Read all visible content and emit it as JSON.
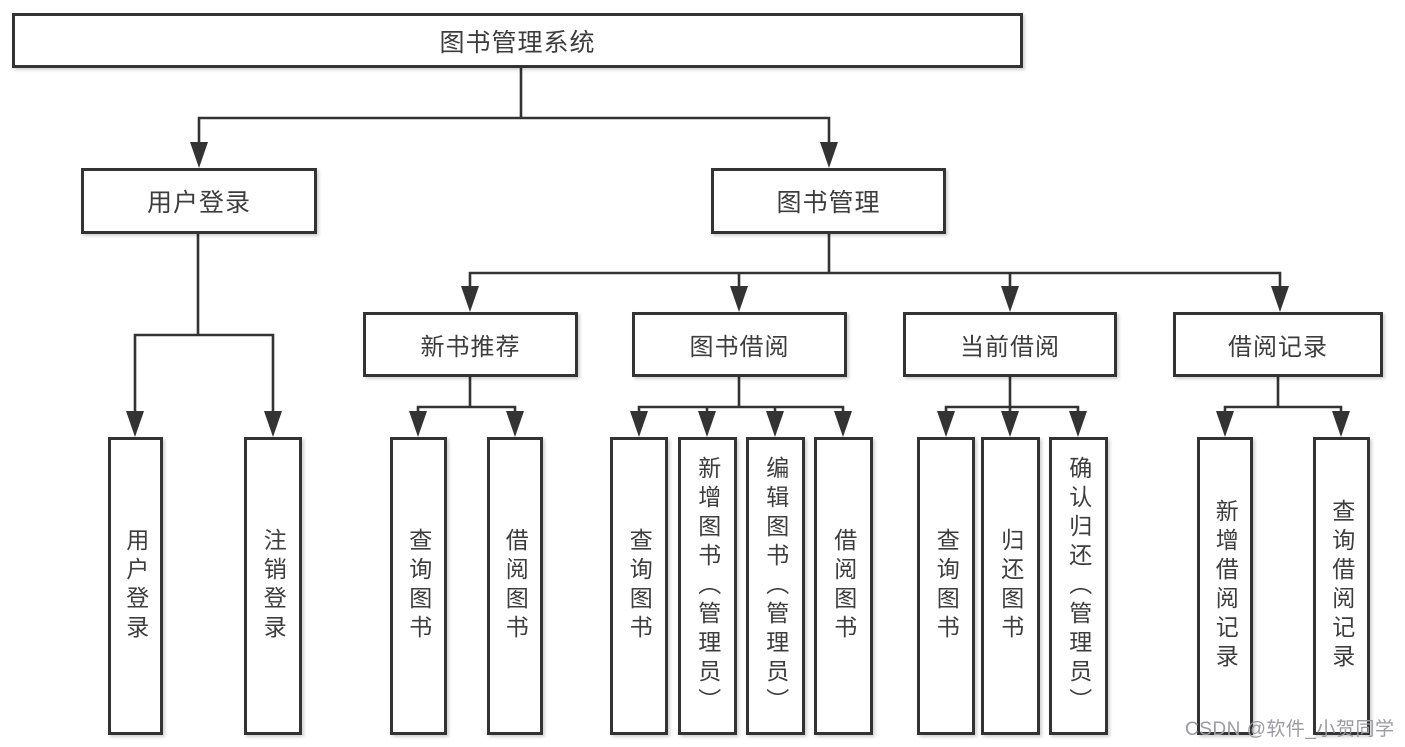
{
  "diagram": {
    "root": {
      "label": "图书管理系统"
    },
    "level2": [
      {
        "label": "用户登录",
        "children": [
          {
            "label": "用户登录"
          },
          {
            "label": "注销登录"
          }
        ]
      },
      {
        "label": "图书管理",
        "children": [
          {
            "label": "新书推荐",
            "children": [
              {
                "label": "查询图书"
              },
              {
                "label": "借阅图书"
              }
            ]
          },
          {
            "label": "图书借阅",
            "children": [
              {
                "label": "查询图书"
              },
              {
                "label": "新增图书（管理员）"
              },
              {
                "label": "编辑图书（管理员）"
              },
              {
                "label": "借阅图书"
              }
            ]
          },
          {
            "label": "当前借阅",
            "children": [
              {
                "label": "查询图书"
              },
              {
                "label": "归还图书"
              },
              {
                "label": "确认归还（管理员）"
              }
            ]
          },
          {
            "label": "借阅记录",
            "children": [
              {
                "label": "新增借阅记录"
              },
              {
                "label": "查询借阅记录"
              }
            ]
          }
        ]
      }
    ]
  },
  "watermark": {
    "text": "CSDN @软件_小贺同学"
  },
  "colors": {
    "line": "#333333",
    "text": "#3d3d3d",
    "watermark": "#9b9ba1",
    "background": "#ffffff"
  }
}
